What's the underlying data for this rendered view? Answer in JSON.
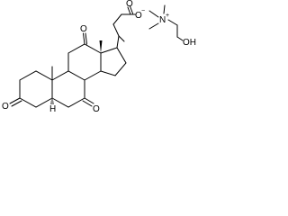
{
  "diagram": {
    "type": "chemical-structure",
    "atom_labels": {
      "o_ketone_c3": "O",
      "o_ketone_c7": "O",
      "o_ketone_c12": "O",
      "o_carboxylate_double": "O",
      "o_carboxylate_single": "O",
      "carboxylate_charge": "−",
      "h_c5": "H",
      "ammonium_n": "N",
      "ammonium_charge": "+",
      "hydroxyl_o": "OH"
    },
    "colors": {
      "bond": "#000000",
      "text": "#000000",
      "background": "#ffffff"
    }
  }
}
